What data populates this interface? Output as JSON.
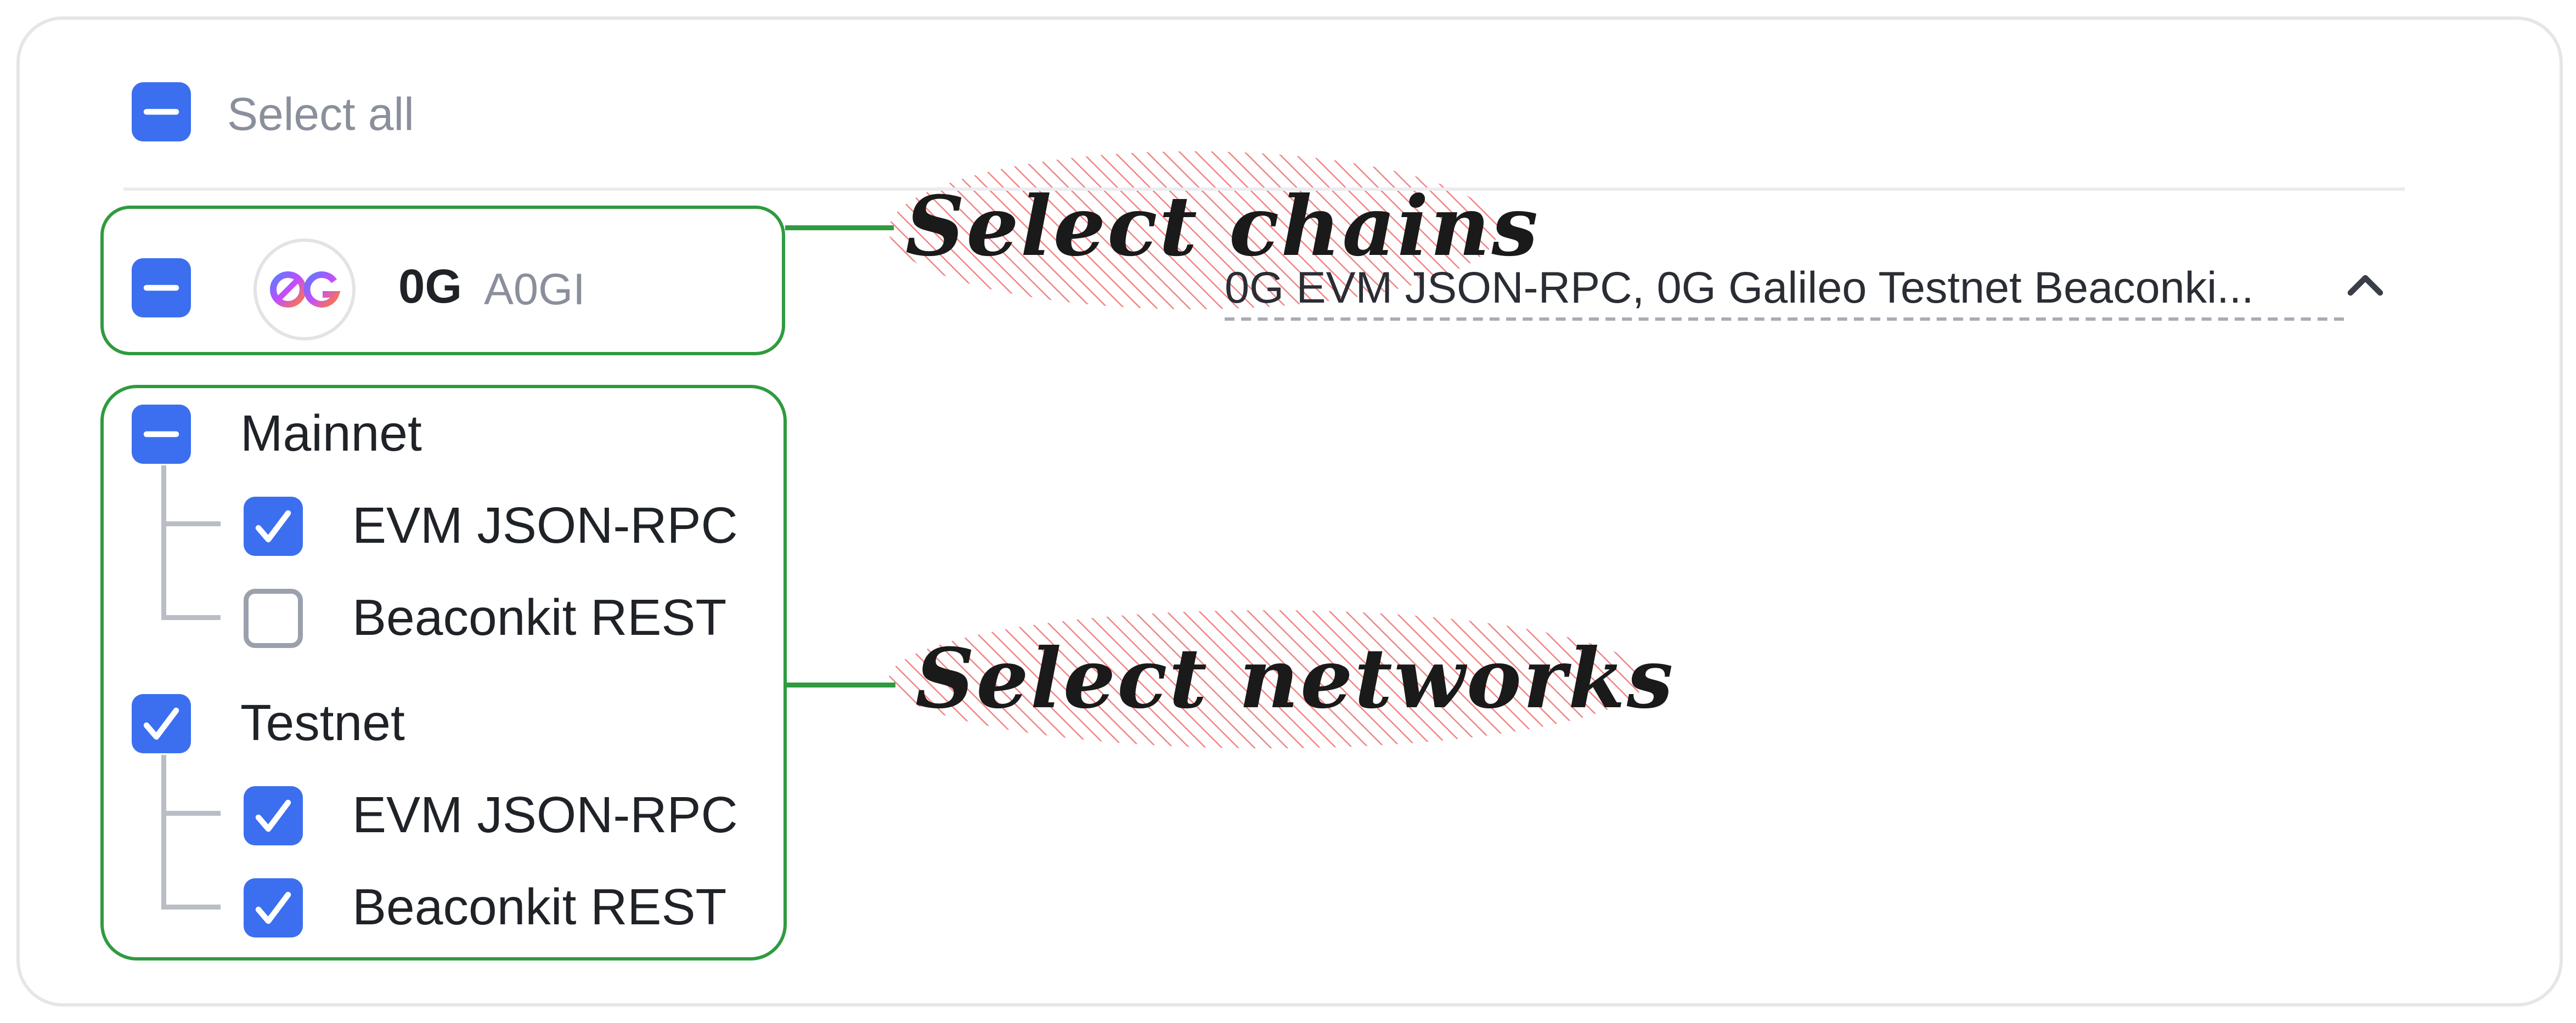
{
  "select_all": {
    "label": "Select all",
    "state": "indeterminate"
  },
  "chain": {
    "name": "0G",
    "ticker": "A0GI",
    "logo_text": "0G",
    "state": "indeterminate",
    "selection_summary": "0G EVM JSON-RPC, 0G Galileo Testnet Beaconki...",
    "expand_icon": "chevron-up-icon"
  },
  "networks": [
    {
      "label": "Mainnet",
      "state": "indeterminate",
      "endpoints": [
        {
          "label": "EVM JSON-RPC",
          "checked": true
        },
        {
          "label": "Beaconkit REST",
          "checked": false
        }
      ]
    },
    {
      "label": "Testnet",
      "state": "checked",
      "endpoints": [
        {
          "label": "EVM JSON-RPC",
          "checked": true
        },
        {
          "label": "Beaconkit REST",
          "checked": true
        }
      ]
    }
  ],
  "annotations": {
    "chains": "Select chains",
    "networks": "Select networks"
  },
  "colors": {
    "checkbox_blue": "#3b6ff0",
    "annotation_green": "#2f9b3e",
    "highlight_red": "#f08080",
    "muted_text": "#8a8f9c"
  }
}
